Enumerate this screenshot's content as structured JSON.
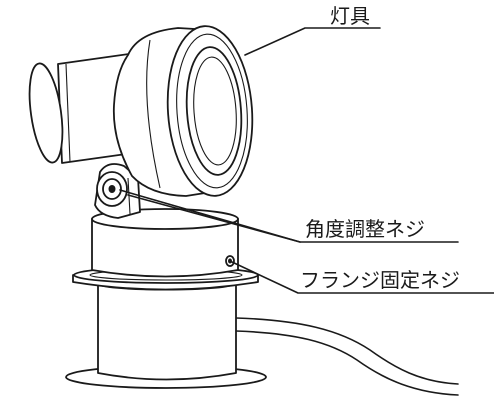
{
  "diagram": {
    "labels": {
      "fixture": "灯具",
      "angle_screw": "角度調整ネジ",
      "flange_screw": "フランジ固定ネジ"
    },
    "colors": {
      "line": "#1a1a1a",
      "background": "#ffffff"
    }
  }
}
